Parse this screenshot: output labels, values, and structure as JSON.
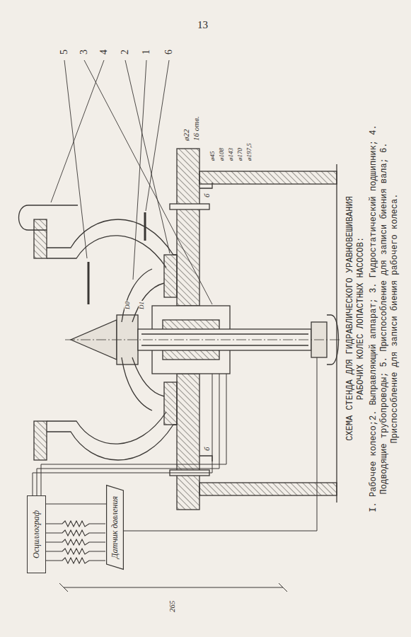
{
  "diagram": {
    "title": "СХЕМА СТЕНДА ДЛЯ ГИДРАВЛИЧЕСКОГО УРАВНОВЕШИВАНИЯ РАБОЧИХ КОЛЕС ЛОПАСТНЫХ НАСОСОВ:",
    "caption": "I. Рабочее колесо;2. Выправляющий аппарат; 3. Гидростатический подшипник; 4. Подводящие трубопроводы; 5. Приспособление для записи биения вала; 6. Приспособление для записи биения рабочего колеса.",
    "nodes": [
      {
        "text": [
          "Осциллограф"
        ]
      },
      {
        "text": [
          "Датчик давления"
        ]
      }
    ],
    "edges": [
      {
        "from": 1,
        "to": 0,
        "arrow": "none"
      }
    ],
    "labels": [
      "13",
      "5",
      "3",
      "4",
      "2",
      "1",
      "6",
      "ø22",
      "16 отв.",
      "ø45",
      "ø108",
      "ø143",
      "ø170",
      "ø197,5",
      "б",
      "б",
      "D0",
      "D1",
      "265"
    ]
  }
}
